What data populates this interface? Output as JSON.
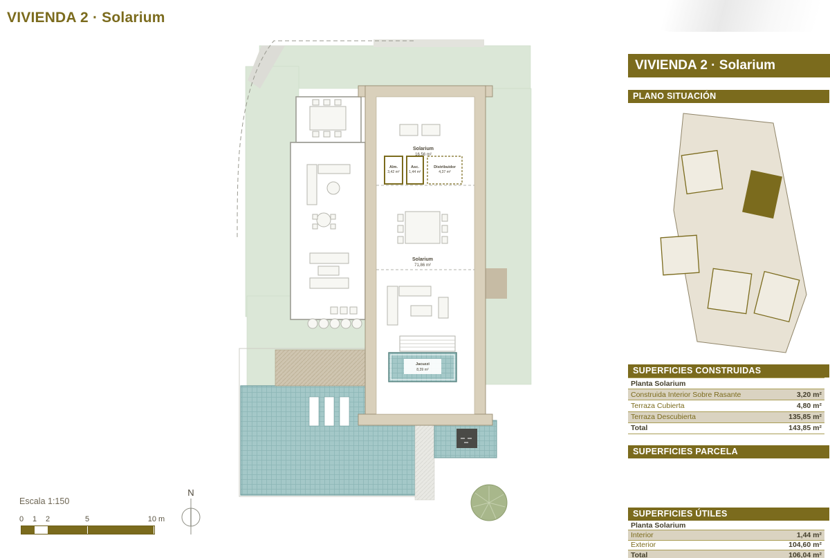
{
  "page": {
    "title": "VIVIENDA 2 · Solarium"
  },
  "colors": {
    "accent_olive": "#7b6b1d",
    "garden_green": "#dbe7d7",
    "pool_teal": "#a4c8c8",
    "deck_tan": "#cfc5b0",
    "table_shaded_row": "#dad3c1"
  },
  "plan": {
    "rooms": [
      {
        "name": "Solarium",
        "area": "16,56 m²"
      },
      {
        "name": "Alm.",
        "area": "3,42 m²"
      },
      {
        "name": "Asc.",
        "area": "1,44 m²"
      },
      {
        "name": "Distribuidor",
        "area": "4,37 m²"
      },
      {
        "name": "Solarium",
        "area": "71,86 m²"
      },
      {
        "name": "Jacuzzi",
        "area": "8,39 m²"
      }
    ],
    "scale": {
      "label": "Escala 1:150",
      "ticks": [
        "0",
        "1",
        "2",
        "5",
        "10 m"
      ]
    },
    "north_label": "N"
  },
  "sidebar": {
    "title": "VIVIENDA 2 · Solarium",
    "situacion_header": "PLANO SITUACIÓN",
    "construidas": {
      "header": "SUPERFICIES CONSTRUIDAS",
      "subheader": "Planta Solarium",
      "rows": [
        {
          "label": "Construida Interior Sobre Rasante",
          "value": "3,20 m²"
        },
        {
          "label": "Terraza Cubierta",
          "value": "4,80 m²"
        },
        {
          "label": "Terraza Descubierta",
          "value": "135,85 m²"
        }
      ],
      "total_label": "Total",
      "total_value": "143,85 m²"
    },
    "parcela": {
      "header": "SUPERFICIES PARCELA"
    },
    "utiles": {
      "header": "SUPERFICIES ÚTILES",
      "subheader": "Planta Solarium",
      "rows": [
        {
          "label": "Interior",
          "value": "1,44 m²"
        },
        {
          "label": "Exterior",
          "value": "104,60 m²"
        }
      ],
      "total_label": "Total",
      "total_value": "106,04 m²"
    }
  }
}
